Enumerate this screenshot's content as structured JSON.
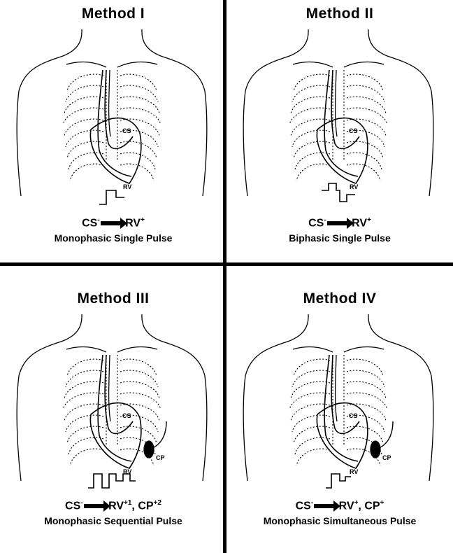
{
  "panels": [
    {
      "title": "Method I",
      "from": "CS",
      "from_sign": "-",
      "to": "RV",
      "to_sign": "+",
      "extra": "",
      "caption": "Monophasic Single Pulse",
      "waveform": "monophasic-single",
      "has_cp": false
    },
    {
      "title": "Method II",
      "from": "CS",
      "from_sign": "-",
      "to": "RV",
      "to_sign": "+",
      "extra": "",
      "caption": "Biphasic Single Pulse",
      "waveform": "biphasic-single",
      "has_cp": false
    },
    {
      "title": "Method III",
      "from": "CS",
      "from_sign": "-",
      "to": "RV",
      "to_sign": "+1",
      "extra": ", CP",
      "extra_sign": "+2",
      "caption": "Monophasic Sequential Pulse",
      "waveform": "monophasic-sequential",
      "has_cp": true
    },
    {
      "title": "Method IV",
      "from": "CS",
      "from_sign": "-",
      "to": "RV",
      "to_sign": "+",
      "extra": ", CP",
      "extra_sign": "+",
      "caption": "Monophasic Simultaneous Pulse",
      "waveform": "monophasic-simultaneous",
      "has_cp": true
    }
  ],
  "labels": {
    "cs": "CS",
    "rv": "RV",
    "cp": "CP"
  }
}
